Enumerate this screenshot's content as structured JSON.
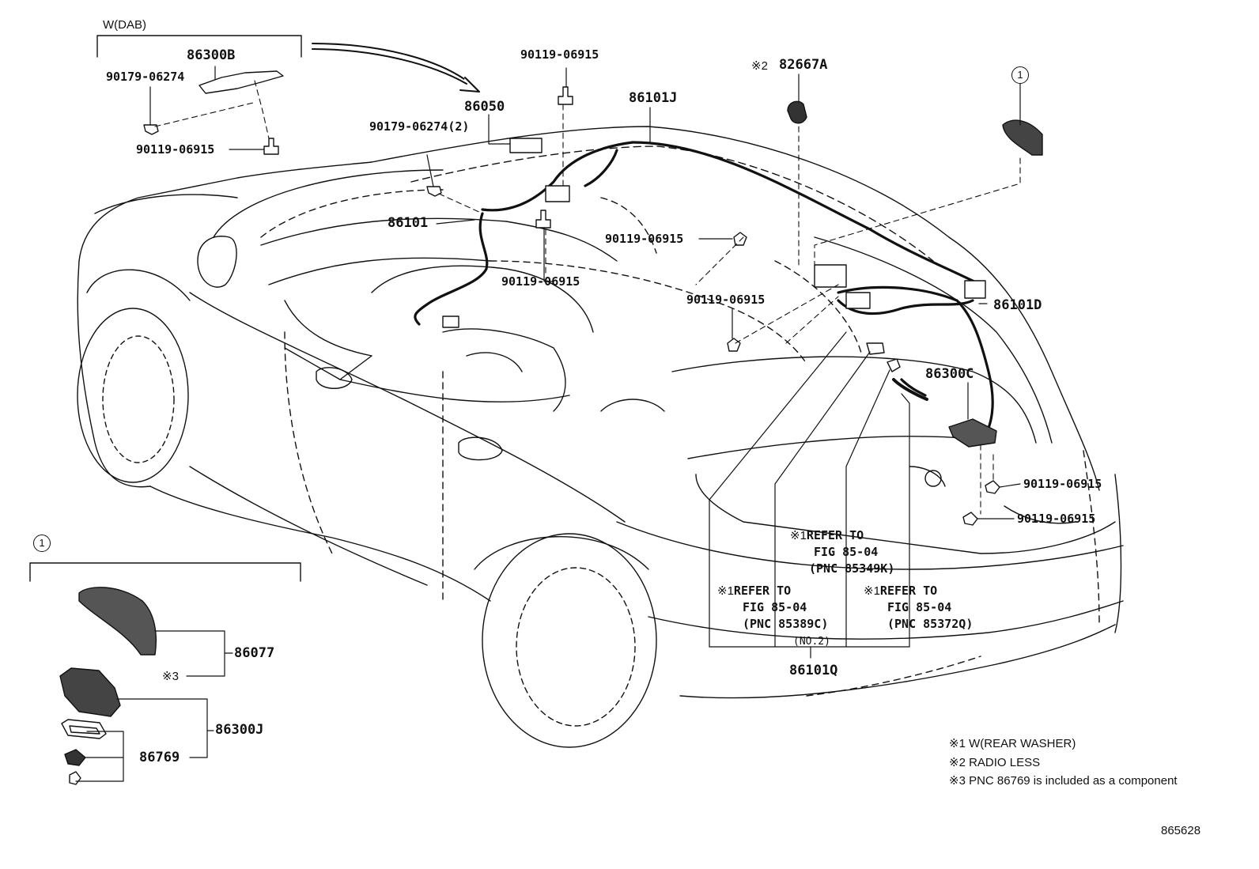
{
  "labels": {
    "w_dab": "W(DAB)",
    "p86300b": "86300B",
    "p90179_a": "90179-06274",
    "p90119_a": "90119-06915",
    "p86050": "86050",
    "p90179_b": "90179-06274(2)",
    "p90119_top": "90119-06915",
    "p86101j": "86101J",
    "note2_mark": "※2",
    "p82667a": "82667A",
    "circle1_top": "1",
    "p86101": "86101",
    "p90119_mid1": "90119-06915",
    "p90119_mid2": "90119-06915",
    "p90119_mid3": "90119-06915",
    "p86101d": "86101D",
    "p86300c": "86300C",
    "p90119_r1": "90119-06915",
    "p90119_r2": "90119-06915",
    "circle1_bottom": "1",
    "p86077": "86077",
    "note3_mark": "※3",
    "p86300j": "86300J",
    "p86769": "86769",
    "p86101q": "86101Q"
  },
  "refs": [
    {
      "mark": "※1",
      "line1": "REFER TO",
      "line2": "FIG 85-04",
      "line3": "(PNC 85349K)",
      "line4": ""
    },
    {
      "mark": "※1",
      "line1": "REFER TO",
      "line2": "FIG 85-04",
      "line3": "(PNC 85389C)",
      "line4": "(NO.2)"
    },
    {
      "mark": "※1",
      "line1": "REFER TO",
      "line2": "FIG 85-04",
      "line3": "(PNC 85372Q)",
      "line4": ""
    }
  ],
  "notes": [
    "※1 W(REAR WASHER)",
    "※2 RADIO LESS",
    "※3 PNC 86769 is included as a component"
  ],
  "figure_id": "865628"
}
